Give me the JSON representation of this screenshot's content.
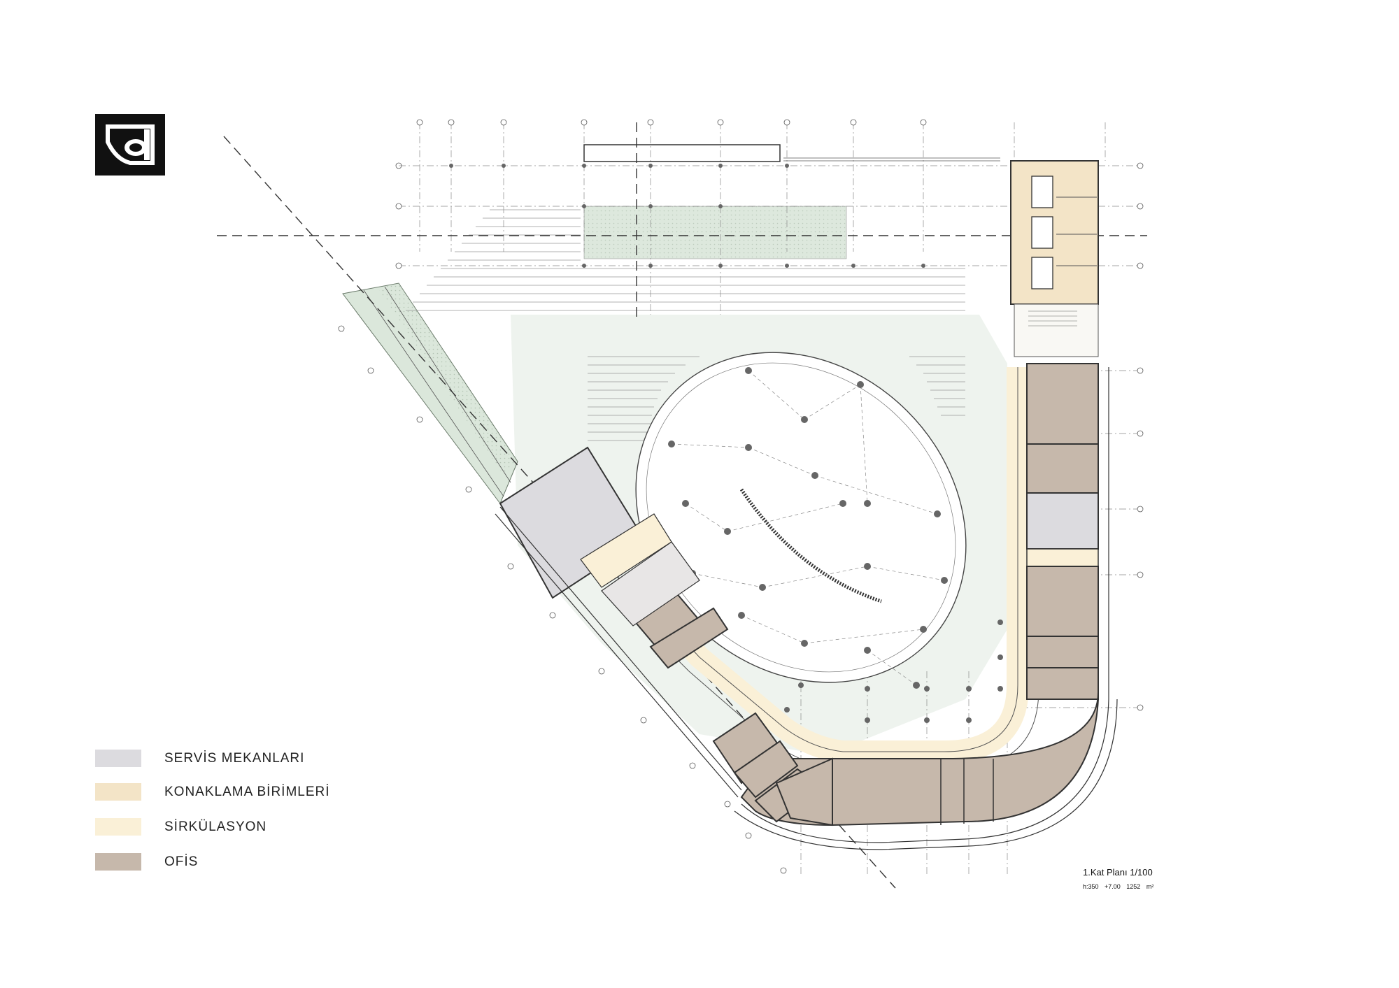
{
  "legend": {
    "items": [
      {
        "label": "SERVİS MEKANLARI",
        "color": "#dcdbdf"
      },
      {
        "label": "KONAKLAMA BİRİMLERİ",
        "color": "#f3e4c7"
      },
      {
        "label": "SİRKÜLASYON",
        "color": "#faf0d7"
      },
      {
        "label": "OFİS",
        "color": "#c6b8ab"
      }
    ]
  },
  "title_block": {
    "plan_title": "1.Kat Planı 1/100",
    "meta": "h:350  +7.00  1252 m²"
  },
  "colors": {
    "landscape_green": "#dfe8df",
    "plaza": "#eef2ee",
    "wall": "#333333",
    "grid_line": "#888888"
  },
  "icons": {
    "logo": "building-logo-icon"
  }
}
